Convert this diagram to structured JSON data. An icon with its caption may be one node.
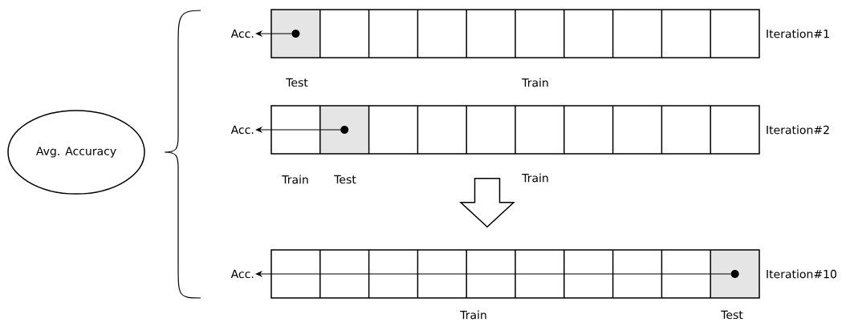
{
  "diagram": {
    "nodes": [
      {
        "text": [
          "Avg. Accuracy"
        ]
      },
      {
        "text": [
          "Acc."
        ]
      },
      {
        "text": [],
        "shape": "bar",
        "beside": [
          "Iteration#1"
        ]
      },
      {
        "text": [],
        "shape": "circle",
        "in": 2
      },
      {
        "text": [
          "Acc."
        ]
      },
      {
        "text": [],
        "shape": "bar",
        "beside": [
          "Iteration#2"
        ]
      },
      {
        "text": [],
        "shape": "circle",
        "in": 5
      },
      {
        "text": [
          "Acc."
        ]
      },
      {
        "text": [],
        "shape": "bar",
        "beside": [
          "Iteration#10"
        ]
      },
      {
        "text": [],
        "shape": "circle",
        "in": 8
      }
    ],
    "edges": [
      {
        "from": 3,
        "to": 1,
        "arrow": "to"
      },
      {
        "from": 6,
        "to": 4,
        "arrow": "to"
      },
      {
        "from": 9,
        "to": 7,
        "arrow": "to"
      },
      {
        "from": 5,
        "to": 8,
        "arrow": "to",
        "style": "thick"
      }
    ],
    "labels": [
      "Test",
      "Train",
      "Train",
      "Test",
      "Train",
      "Train",
      "Test"
    ]
  }
}
